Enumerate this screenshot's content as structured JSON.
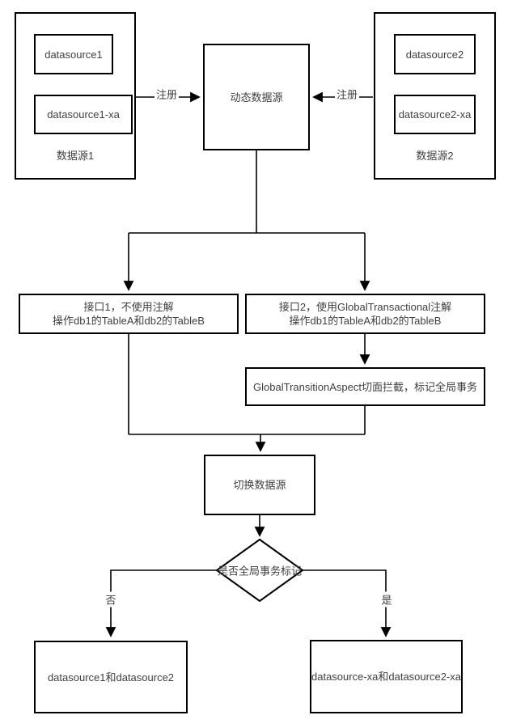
{
  "diagram": {
    "groups": {
      "left": {
        "title": "数据源1",
        "items": [
          "datasource1",
          "datasource1-xa"
        ]
      },
      "right": {
        "title": "数据源2",
        "items": [
          "datasource2",
          "datasource2-xa"
        ]
      }
    },
    "nodes": {
      "dynamic": "动态数据源",
      "iface1_line1": "接口1，不使用注解",
      "iface1_line2": "操作db1的TableA和db2的TableB",
      "iface2_line1": "接口2，使用GlobalTransactional注解",
      "iface2_line2": "操作db1的TableA和db2的TableB",
      "aspect": "GlobalTransitionAspect切面拦截，标记全局事务",
      "switch": "切换数据源",
      "decision": "是否全局事务标记",
      "result_no": "datasource1和datasource2",
      "result_yes": "datasource-xa和datasource2-xa"
    },
    "edge_labels": {
      "register_left": "注册",
      "register_right": "注册",
      "no": "否",
      "yes": "是"
    },
    "colors": {
      "line": "#000000",
      "text": "#404040",
      "node_fill": "#ffffff"
    }
  }
}
